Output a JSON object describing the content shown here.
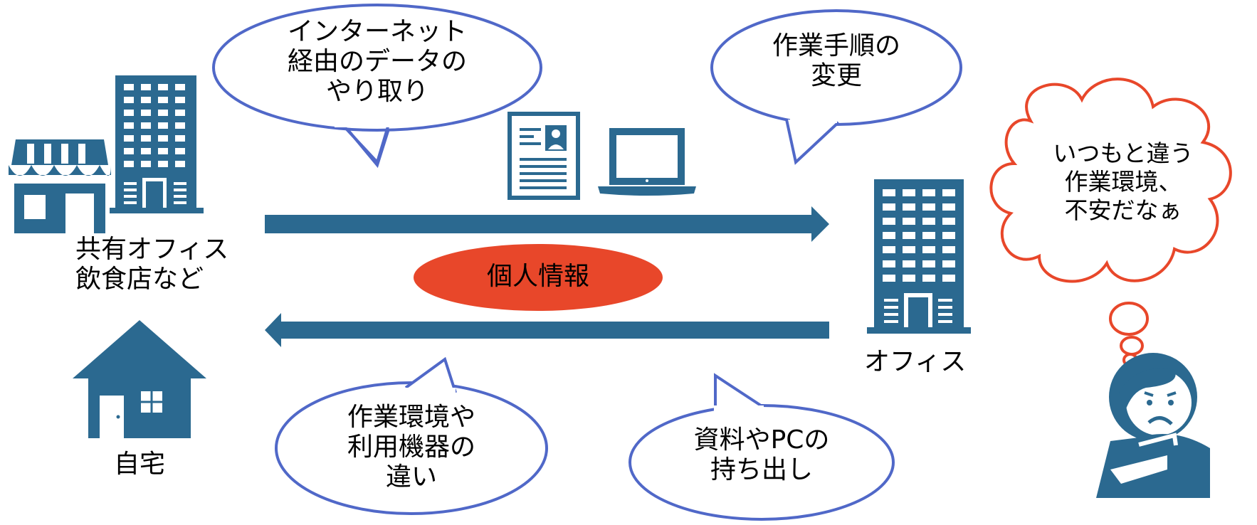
{
  "colors": {
    "icon_blue": "#2b6990",
    "arrow_blue": "#2b6990",
    "bubble_border": "#5068c8",
    "cloud_border": "#e8472a",
    "pill_red": "#e8472a"
  },
  "left_locations": {
    "shared_office_line1": "共有オフィス",
    "shared_office_line2": "飲食店など",
    "home": "自宅"
  },
  "right_location": {
    "office": "オフィス"
  },
  "center_pill": {
    "label": "個人情報"
  },
  "bubbles": {
    "internet": [
      "インターネット",
      "経由のデータの",
      "やり取り"
    ],
    "procedure": [
      "作業手順の",
      "変更"
    ],
    "environment": [
      "作業環境や",
      "利用機器の",
      "違い"
    ],
    "takeout": [
      "資料やPCの",
      "持ち出し"
    ]
  },
  "thought_cloud": [
    "いつもと違う",
    "作業環境、",
    "不安だなぁ"
  ],
  "icons": {
    "shop": "storefront-icon",
    "building_left": "office-building-icon",
    "house": "house-icon",
    "document": "id-document-icon",
    "laptop": "laptop-icon",
    "building_right": "office-building-icon",
    "person": "worried-person-icon"
  }
}
